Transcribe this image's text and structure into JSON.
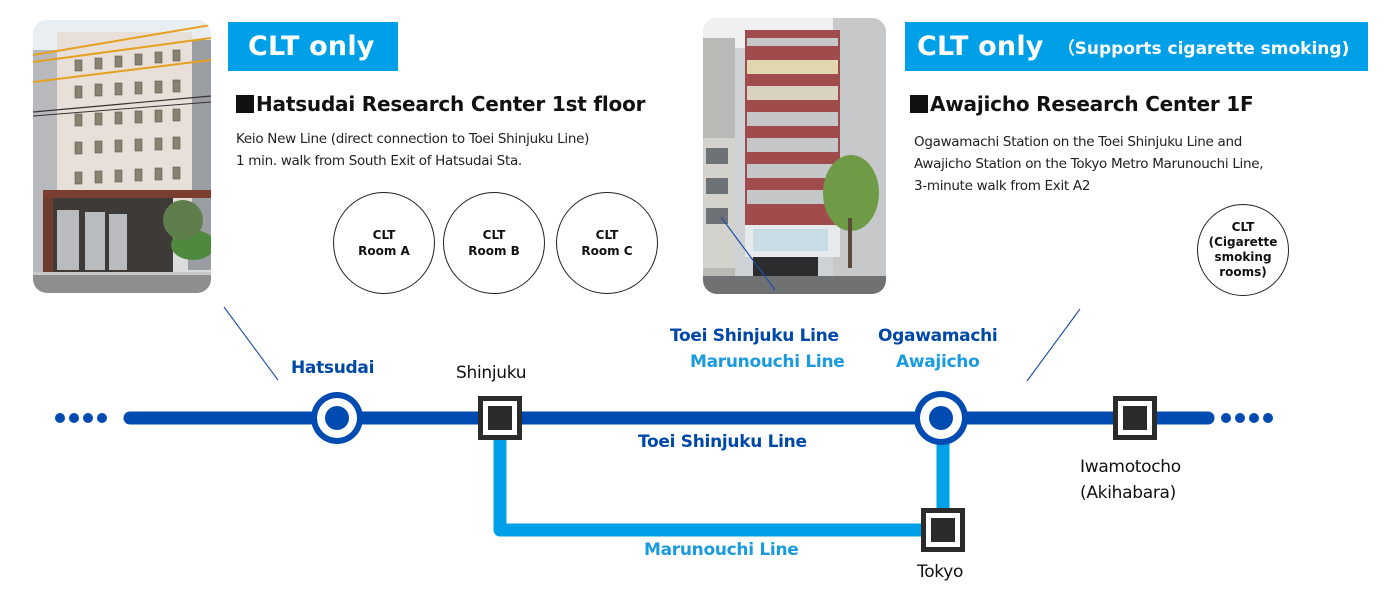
{
  "colors": {
    "banner": "#00a0e9",
    "toei_shinjuku_line": "#004bb1",
    "marunouchi_line": "#00a0e9",
    "station_square": "#2b2b2b",
    "connector": "#1f4fa8"
  },
  "left_center": {
    "photo_alt": "Hatsudai Research Center building photo",
    "banner": {
      "main": "CLT only"
    },
    "heading_marker": "■",
    "heading": "Hatsudai Research Center 1st floor",
    "description": [
      "Keio New Line (direct connection to Toei Shinjuku Line)",
      "1 min. walk from South Exit of Hatsudai Sta."
    ],
    "rooms": [
      {
        "line1": "CLT",
        "line2": "Room A"
      },
      {
        "line1": "CLT",
        "line2": "Room B"
      },
      {
        "line1": "CLT",
        "line2": "Room C"
      }
    ]
  },
  "right_center": {
    "photo_alt": "Awajicho Research Center building photo",
    "banner": {
      "main": "CLT only",
      "sub": "（Supports cigarette smoking)"
    },
    "heading_marker": "■",
    "heading": "Awajicho Research Center 1F",
    "description": [
      "Ogawamachi Station on the Toei Shinjuku Line and",
      "Awajicho Station on the Tokyo Metro Marunouchi Line,",
      "3-minute walk from Exit A2"
    ],
    "room": {
      "lines": [
        "CLT",
        "(Cigarette",
        "smoking",
        "rooms)"
      ]
    }
  },
  "route_map": {
    "stations": {
      "hatsudai": "Hatsudai",
      "shinjuku": "Shinjuku",
      "ogawamachi": "Ogawamachi",
      "awajicho": "Awajicho",
      "iwamotocho_1": "Iwamotocho",
      "iwamotocho_2": "(Akihabara)",
      "tokyo": "Tokyo"
    },
    "line_labels": {
      "toei_top": "Toei Shinjuku Line",
      "marunouchi_top": "Marunouchi Line",
      "toei_main": "Toei Shinjuku Line",
      "marunouchi_main": "Marunouchi Line"
    }
  }
}
